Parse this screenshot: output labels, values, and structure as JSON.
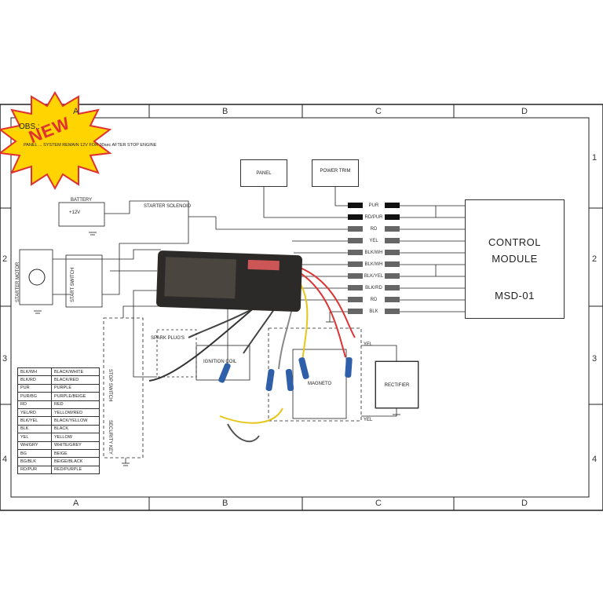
{
  "badge": {
    "text": "NEW",
    "color_fill": "#ffd400",
    "color_text": "#e03131"
  },
  "grid": {
    "columns": [
      "A",
      "B",
      "C",
      "D"
    ],
    "rows": [
      "1",
      "2",
      "3",
      "4"
    ]
  },
  "notes": {
    "obs": "OBS.:",
    "line": "PANEL ... SYSTEM REMAIN 12V FOR 30sec AFTER STOP ENGINE"
  },
  "boxes": {
    "panel": "PANEL",
    "power_trim": "POWER TRIM",
    "control_module": [
      "CONTROL",
      "MODULE",
      "MSD-01"
    ],
    "rectifier": "RECTIFIER",
    "ignition_coil": "IGNITION COIL",
    "magneto": "MAGNETO"
  },
  "labels": {
    "battery": "BATTERY",
    "battery_voltage": "+12V",
    "starter_solenoid": "STARTER SOLENOID",
    "starter_motor": "STARTER MOTOR",
    "start_switch": "START SWITCH",
    "stop_switch": "STOP SWITCH",
    "security_key": "SECURITY KEY",
    "spark_plug": "SPARK PLUG'S",
    "yel_1": "YEL",
    "yel_2": "YEL"
  },
  "wires": [
    "PUR",
    "RD/PUR",
    "RD",
    "YEL",
    "BLK/WH",
    "BLK/WH",
    "BLK/YEL",
    "BLK/RD",
    "RD",
    "BLK"
  ],
  "legend": [
    [
      "BLK/WH",
      "BLACK/WHITE"
    ],
    [
      "BLK/RD",
      "BLACK/RED"
    ],
    [
      "PUR",
      "PURPLE"
    ],
    [
      "PUR/BG",
      "PURPLE/BEIGE"
    ],
    [
      "RD",
      "RED"
    ],
    [
      "YEL/RD",
      "YELLOW/RED"
    ],
    [
      "BLK/YEL",
      "BLACK/YELLOW"
    ],
    [
      "BLK",
      "BLACK"
    ],
    [
      "YEL",
      "YELLOW"
    ],
    [
      "WH/GRY",
      "WHITE/GREY"
    ],
    [
      "BG",
      "BEIGE"
    ],
    [
      "BG/BLK",
      "BEIGE/BLACK"
    ],
    [
      "RD/PUR",
      "RED/PURPLE"
    ]
  ]
}
